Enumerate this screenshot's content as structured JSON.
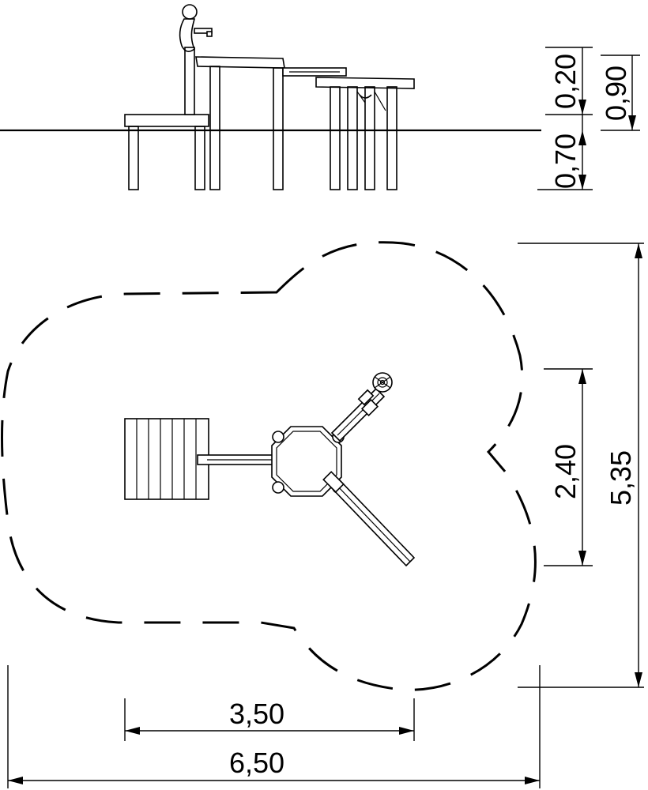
{
  "dimensions": {
    "elevation_above_ground": "0,20",
    "elevation_below_ground": "0,70",
    "elevation_total_height": "0,90",
    "plan_equipment_depth": "2,40",
    "plan_safety_zone_depth": "5,35",
    "plan_equipment_width": "3,50",
    "plan_safety_zone_width": "6,50"
  }
}
